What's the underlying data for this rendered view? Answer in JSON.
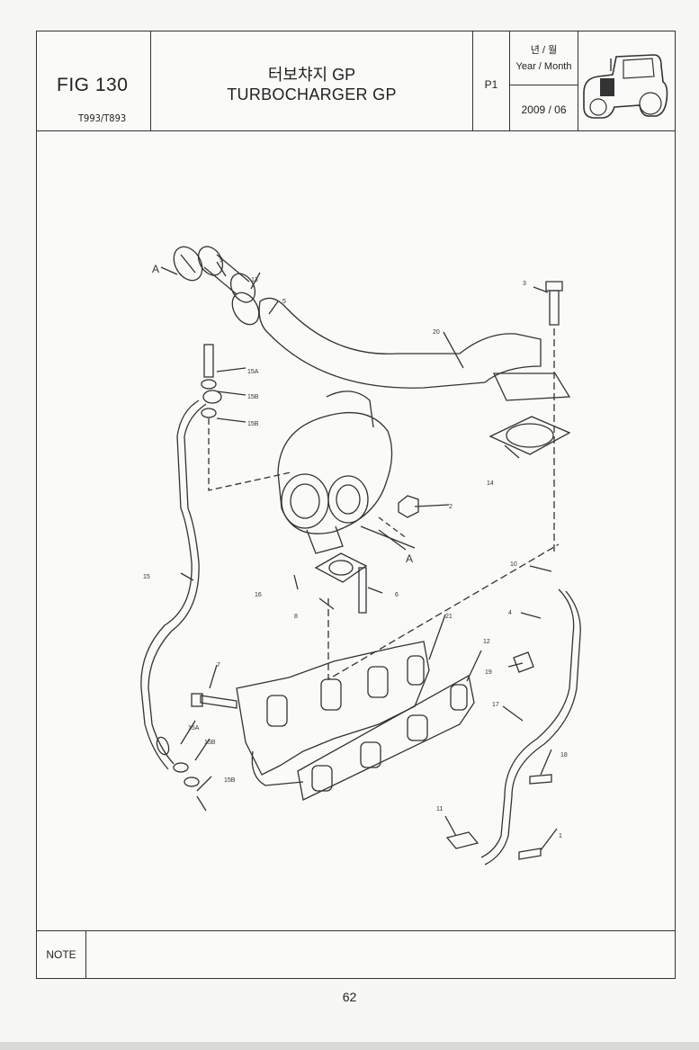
{
  "header": {
    "fig_label": "FIG 130",
    "model": "T993/T893",
    "title_korean": "터보챠지 GP",
    "title_english": "TURBOCHARGER GP",
    "page_code": "P1",
    "date_label_korean": "년 / 월",
    "date_label_english": "Year / Month",
    "date_value": "2009  / 06"
  },
  "diagram": {
    "icon_name": "tractor-icon",
    "callouts": [
      "A",
      "5",
      "13",
      "5",
      "3",
      "20",
      "15A",
      "15B",
      "15B",
      "14",
      "2",
      "A",
      "16",
      "10",
      "15",
      "8",
      "6",
      "4",
      "21",
      "12",
      "7",
      "19",
      "17",
      "15A",
      "15B",
      "18",
      "15B",
      "11",
      "1"
    ]
  },
  "footer": {
    "note_label": "NOTE",
    "note_text": "",
    "page_number": "62"
  }
}
